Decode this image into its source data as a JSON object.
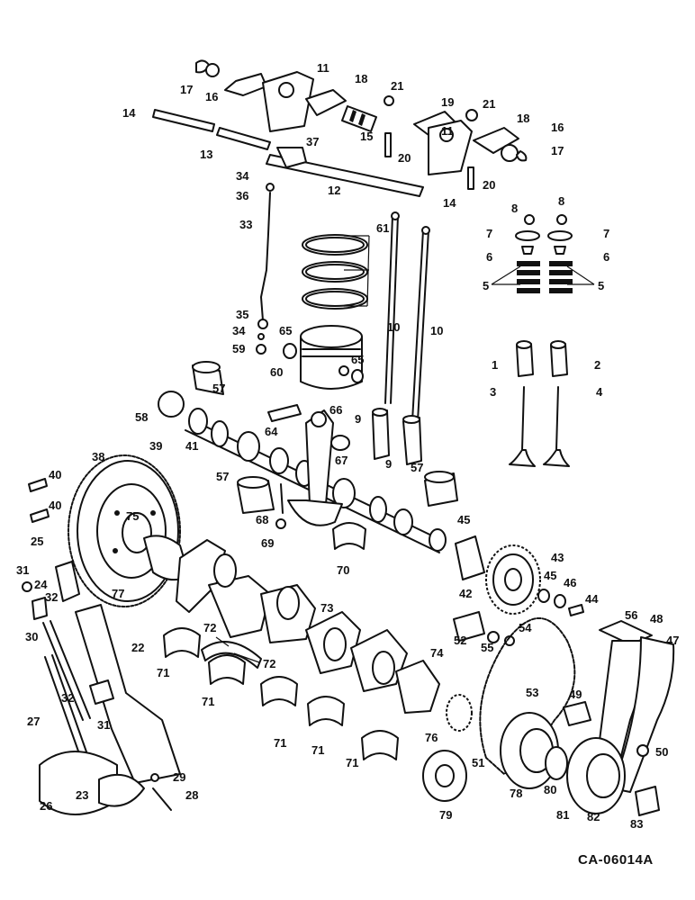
{
  "figure_code": "CA-06014A",
  "callouts": {
    "c1": "1",
    "c2": "2",
    "c3": "3",
    "c4": "4",
    "c5a": "5",
    "c5b": "5",
    "c6a": "6",
    "c6b": "6",
    "c7a": "7",
    "c7b": "7",
    "c8a": "8",
    "c8b": "8",
    "c9a": "9",
    "c9b": "9",
    "c10a": "10",
    "c10b": "10",
    "c11a": "11",
    "c11b": "11",
    "c12": "12",
    "c13": "13",
    "c14a": "14",
    "c14b": "14",
    "c15": "15",
    "c16a": "16",
    "c16b": "16",
    "c17a": "17",
    "c17b": "17",
    "c18a": "18",
    "c18b": "18",
    "c19": "19",
    "c20a": "20",
    "c20b": "20",
    "c21a": "21",
    "c21b": "21",
    "c22": "22",
    "c23": "23",
    "c24": "24",
    "c25": "25",
    "c26": "26",
    "c27": "27",
    "c28": "28",
    "c29": "29",
    "c30": "30",
    "c31a": "31",
    "c31b": "31",
    "c32a": "32",
    "c32b": "32",
    "c33": "33",
    "c34a": "34",
    "c34b": "34",
    "c35": "35",
    "c36": "36",
    "c37": "37",
    "c38": "38",
    "c39": "39",
    "c40a": "40",
    "c40b": "40",
    "c41": "41",
    "c42": "42",
    "c43": "43",
    "c44": "44",
    "c45a": "45",
    "c45b": "45",
    "c46": "46",
    "c47": "47",
    "c48": "48",
    "c49": "49",
    "c50": "50",
    "c51": "51",
    "c52": "52",
    "c53": "53",
    "c54": "54",
    "c55": "55",
    "c56": "56",
    "c57a": "57",
    "c57b": "57",
    "c57c": "57",
    "c58": "58",
    "c59": "59",
    "c60": "60",
    "c61": "61",
    "c64": "64",
    "c65a": "65",
    "c65b": "65",
    "c66": "66",
    "c67": "67",
    "c68": "68",
    "c69": "69",
    "c70": "70",
    "c71a": "71",
    "c71b": "71",
    "c71c": "71",
    "c71d": "71",
    "c71e": "71",
    "c72a": "72",
    "c72b": "72",
    "c73": "73",
    "c74": "74",
    "c75": "75",
    "c76": "76",
    "c77": "77",
    "c78": "78",
    "c79": "79",
    "c80": "80",
    "c81": "81",
    "c82": "82",
    "c83": "83"
  }
}
